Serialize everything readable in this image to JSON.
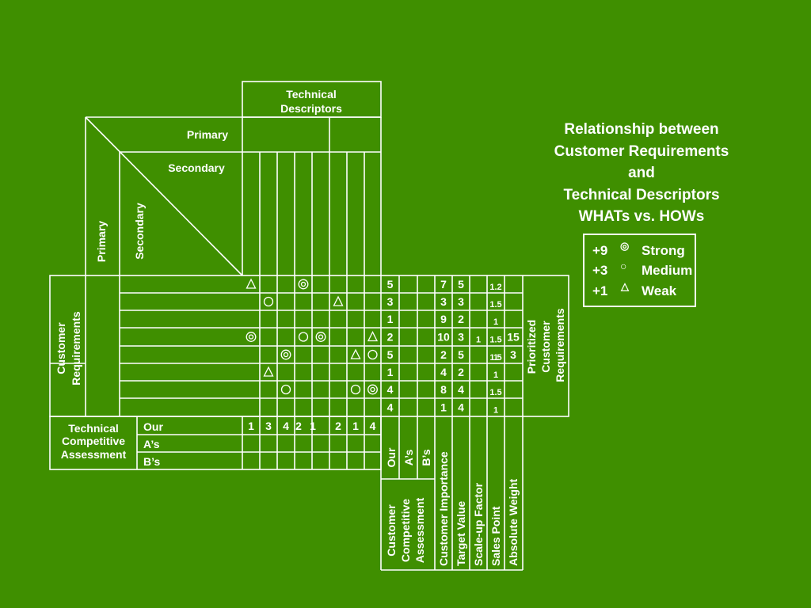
{
  "technical_descriptors_label": [
    "Technical",
    "Descriptors"
  ],
  "primary_label": "Primary",
  "secondary_label": "Secondary",
  "customer_requirements_label": [
    "Customer",
    "Requirements"
  ],
  "tech_competitive_label": [
    "Technical",
    "Competitive",
    "Assessment"
  ],
  "tech_comp_rows": [
    "Our",
    "A’s",
    "B’s"
  ],
  "tech_comp_our_values": [
    "1",
    "3",
    "4",
    "2",
    "1",
    "2",
    "1",
    "4"
  ],
  "customer_comp_cols": [
    "Our",
    "A’s",
    "B’s"
  ],
  "customer_comp_label": [
    "Customer",
    "Competitive",
    "Assessment"
  ],
  "metric_cols": [
    "Customer Importance",
    "Target Value",
    "Scale-up Factor",
    "Sales Point",
    "Absolute Weight"
  ],
  "prioritized_label": [
    "Prioritized",
    "Customer",
    "Requirements"
  ],
  "relationships": [
    [
      {
        "col": 0,
        "sym": "weak"
      },
      {
        "col": 3,
        "sym": "strong"
      }
    ],
    [
      {
        "col": 1,
        "sym": "medium"
      },
      {
        "col": 5,
        "sym": "weak"
      }
    ],
    [],
    [
      {
        "col": 0,
        "sym": "strong"
      },
      {
        "col": 3,
        "sym": "medium"
      },
      {
        "col": 4,
        "sym": "strong"
      },
      {
        "col": 7,
        "sym": "weak"
      }
    ],
    [
      {
        "col": 2,
        "sym": "strong"
      },
      {
        "col": 6,
        "sym": "weak"
      },
      {
        "col": 7,
        "sym": "medium"
      }
    ],
    [
      {
        "col": 1,
        "sym": "weak"
      }
    ],
    [
      {
        "col": 2,
        "sym": "medium"
      },
      {
        "col": 6,
        "sym": "medium"
      },
      {
        "col": 7,
        "sym": "strong"
      }
    ],
    []
  ],
  "rows": [
    {
      "our": "5",
      "importance": "7",
      "target": "5",
      "scaleup": "1.2",
      "sales": "",
      "weight": ""
    },
    {
      "our": "3",
      "importance": "3",
      "target": "3",
      "scaleup": "1.5",
      "sales": "",
      "weight": ""
    },
    {
      "our": "1",
      "importance": "9",
      "target": "2",
      "scaleup": "1",
      "sales": "",
      "weight": ""
    },
    {
      "our": "2",
      "importance": "10",
      "target": "3",
      "scaleup": "1.5",
      "sales": "1",
      "weight": "15"
    },
    {
      "our": "5",
      "importance": "2",
      "target": "5",
      "scaleup": "1",
      "sales": "1.5",
      "weight": "3"
    },
    {
      "our": "1",
      "importance": "4",
      "target": "2",
      "scaleup": "",
      "sales": "1",
      "weight": ""
    },
    {
      "our": "4",
      "importance": "8",
      "target": "4",
      "scaleup": "",
      "sales": "1.5",
      "weight": ""
    },
    {
      "our": "4",
      "importance": "1",
      "target": "4",
      "scaleup": "",
      "sales": "1",
      "weight": ""
    }
  ],
  "title_lines": [
    "Relationship between",
    "Customer Requirements",
    "and",
    "Technical Descriptors",
    "WHATs vs. HOWs"
  ],
  "legend": [
    {
      "value": "+9",
      "sym": "strong",
      "label": "Strong"
    },
    {
      "value": "+3",
      "sym": "medium",
      "label": "Medium"
    },
    {
      "value": "+1",
      "sym": "weak",
      "label": "Weak"
    }
  ]
}
